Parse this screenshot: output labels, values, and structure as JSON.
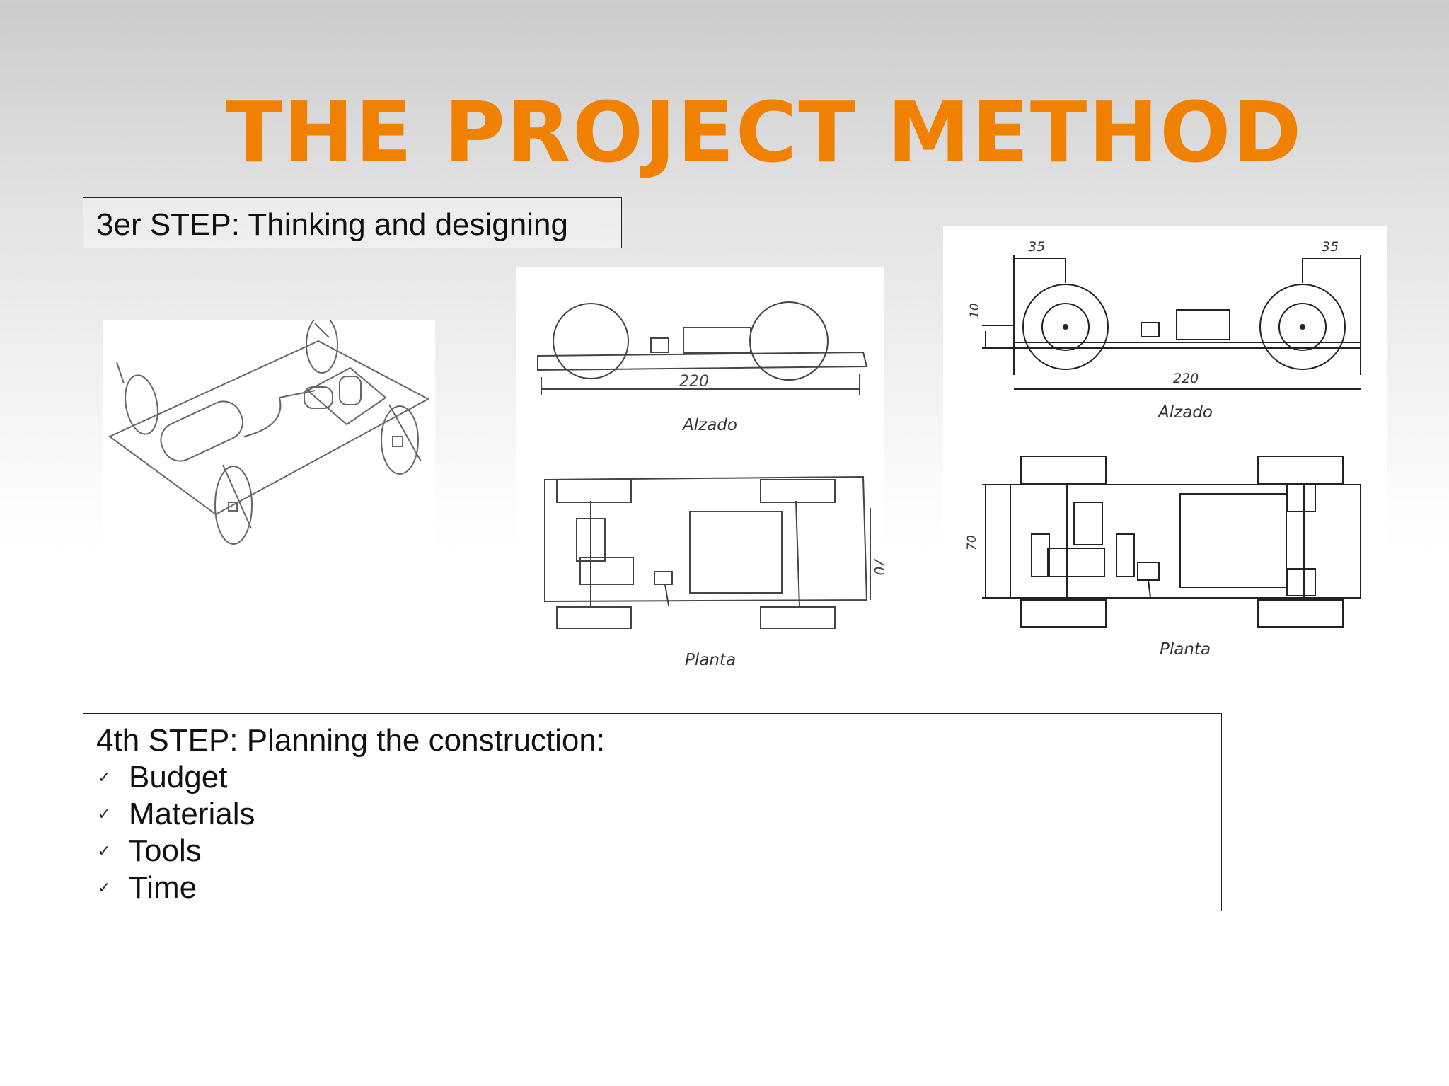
{
  "title": "THE PROJECT METHOD",
  "step3": {
    "label": "3er STEP:  Thinking and designing"
  },
  "step4": {
    "heading": "4th STEP:  Planning the construction:",
    "items": [
      "Budget",
      "Materials",
      "Tools",
      "Time"
    ],
    "bullet_icon": "checkmark-icon"
  },
  "figures": {
    "sketch_drawing": {
      "icon": "car-sketch-icon"
    },
    "hand_drawing": {
      "dimension": "220",
      "elevation_caption": "Alzado",
      "plan_caption": "Planta",
      "plan_dimension": "70"
    },
    "technical_drawing": {
      "dim_left": "35",
      "dim_right": "35",
      "dim_height": "10",
      "dim_length": "220",
      "elevation_caption": "Alzado",
      "plan_caption": "Planta",
      "plan_dimension": "70"
    }
  },
  "colors": {
    "title": "#f08000",
    "text": "#111111",
    "border": "#222222"
  }
}
